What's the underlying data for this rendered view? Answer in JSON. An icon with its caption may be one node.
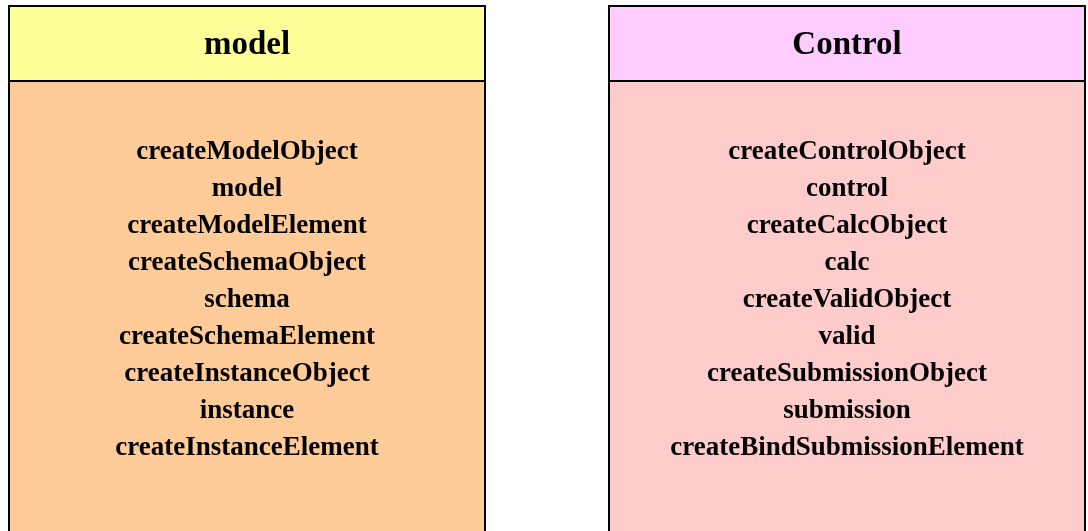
{
  "diagram": {
    "nodes": [
      {
        "text": [
          "model",
          "createModelObject",
          "model",
          "createModelElement",
          "createSchemaObject",
          "schema",
          "createSchemaElement",
          "createInstanceObject",
          "instance",
          "createInstanceElement"
        ]
      },
      {
        "text": [
          "Control",
          "createControlObject",
          "control",
          "createCalcObject",
          "calc",
          "createValidObject",
          "valid",
          "createSubmissionObject",
          "submission",
          "createBindSubmissionElement"
        ]
      }
    ]
  }
}
